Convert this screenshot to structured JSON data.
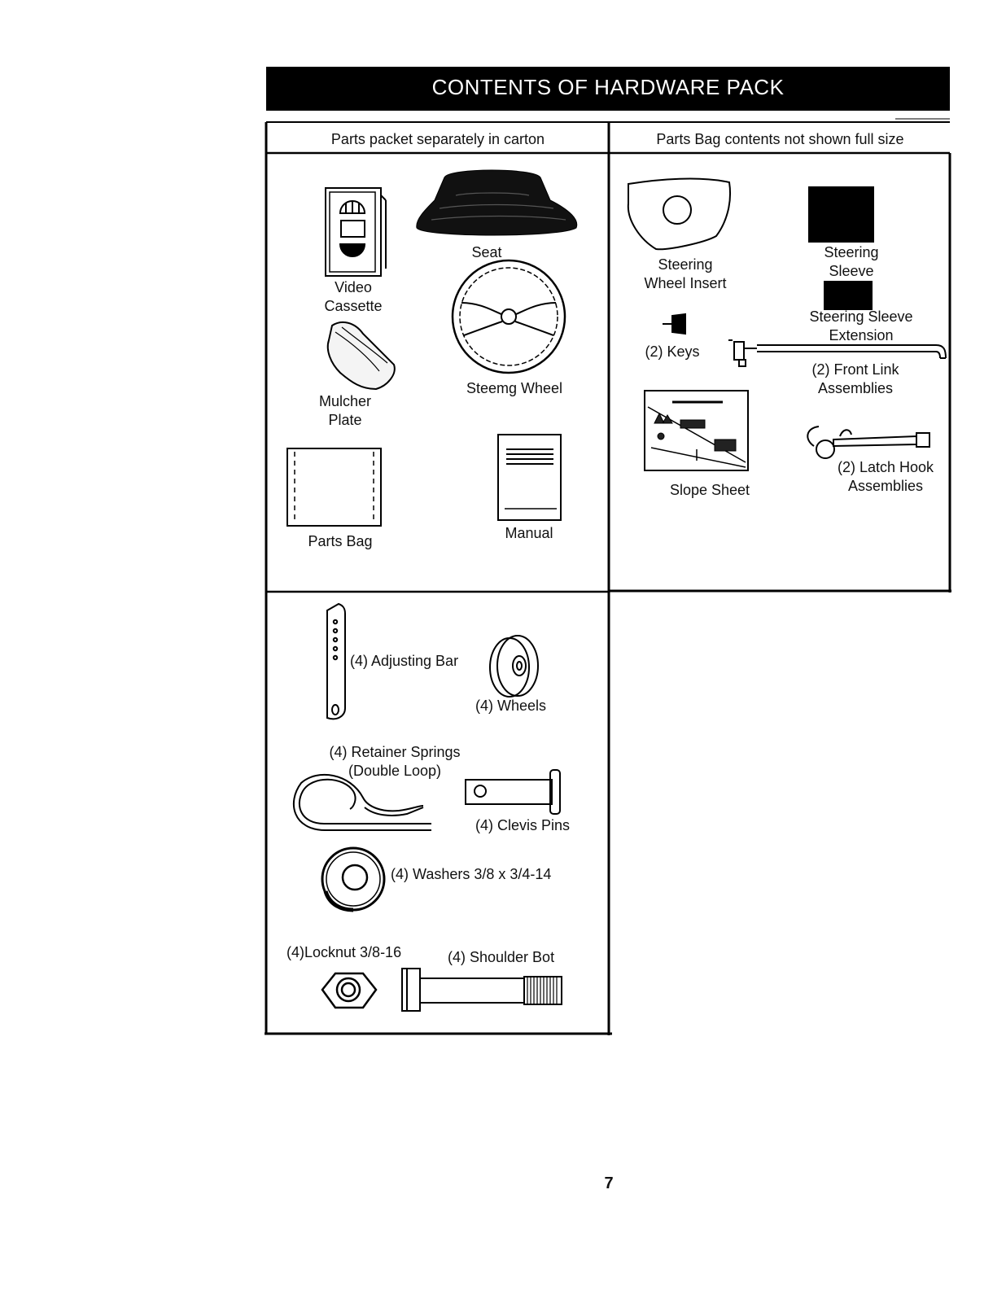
{
  "title": "CONTENTS OF HARDWARE PACK",
  "left_header": "Parts packet separately in carton",
  "right_header": "Parts Bag contents not shown full size",
  "left_items": {
    "video_cassette": [
      "Video",
      "Cassette"
    ],
    "seat": "Seat",
    "steering_wheel": "Steemg Wheel",
    "mulcher_plate": [
      "Mulcher",
      "Plate"
    ],
    "parts_bag": "Parts Bag",
    "manual": "Manual"
  },
  "right_items": {
    "steering_wheel_insert": [
      "Steering",
      "Wheel Insert"
    ],
    "steering_sleeve": [
      "Steering",
      "Sleeve"
    ],
    "steering_sleeve_extension": [
      "Steering Sleeve",
      "Extension"
    ],
    "keys": "(2) Keys",
    "front_link": [
      "(2) Front Link",
      "Assemblies"
    ],
    "slope_sheet": "Slope Sheet",
    "latch_hook": [
      "(2) Latch Hook",
      "Assemblies"
    ]
  },
  "bottom_items": {
    "adjusting_bar": "(4) Adjusting Bar",
    "wheels": "(4) Wheels",
    "retainer_springs": [
      "(4) Retainer Springs",
      "(Double Loop)"
    ],
    "clevis_pins": "(4) Clevis Pins",
    "washers": "(4) Washers 3/8 x 3/4-14",
    "locknut": "(4)Locknut 3/8-16",
    "shoulder_bolt": "(4) Shoulder Bot"
  },
  "page_number": "7"
}
